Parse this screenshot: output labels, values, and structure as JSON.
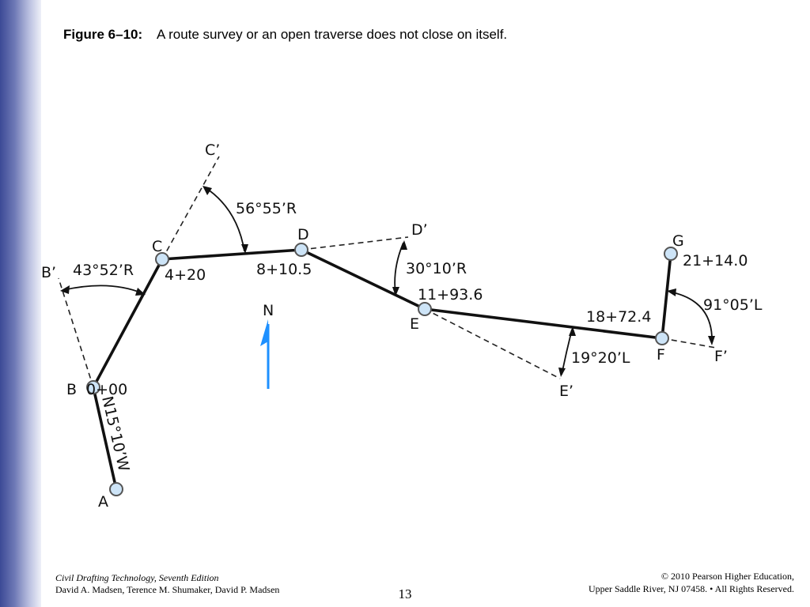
{
  "slide": {
    "title_label": "Figure 6–10:",
    "title_text": "A route survey or an open traverse does not close on itself.",
    "page_number": "13"
  },
  "footer": {
    "book_title": "Civil Drafting Technology, Seventh Edition",
    "authors": "David A. Madsen, Terence M. Shumaker, David P. Madsen",
    "copyright": "© 2010 Pearson Higher Education,",
    "address": "Upper Saddle River, NJ 07458. • All Rights Reserved."
  },
  "diagram": {
    "points": {
      "A": "A",
      "B": "B",
      "C": "C",
      "D": "D",
      "E": "E",
      "F": "F",
      "G": "G",
      "B_prime": "B’",
      "C_prime": "C’",
      "D_prime": "D’",
      "E_prime": "E’",
      "F_prime": "F’"
    },
    "stations": {
      "B": "0+00",
      "C": "4+20",
      "D": "8+10.5",
      "E": "11+93.6",
      "F": "18+72.4",
      "G": "21+14.0"
    },
    "angles": {
      "B": "43°52’R",
      "C": "56°55’R",
      "D": "30°10’R",
      "E": "19°20’L",
      "F": "91°05’L"
    },
    "bearing_AB": "N15°10’W",
    "north_label": "N",
    "colors": {
      "north_arrow": "#1e90ff",
      "station_marker": "#cde4f7"
    }
  }
}
